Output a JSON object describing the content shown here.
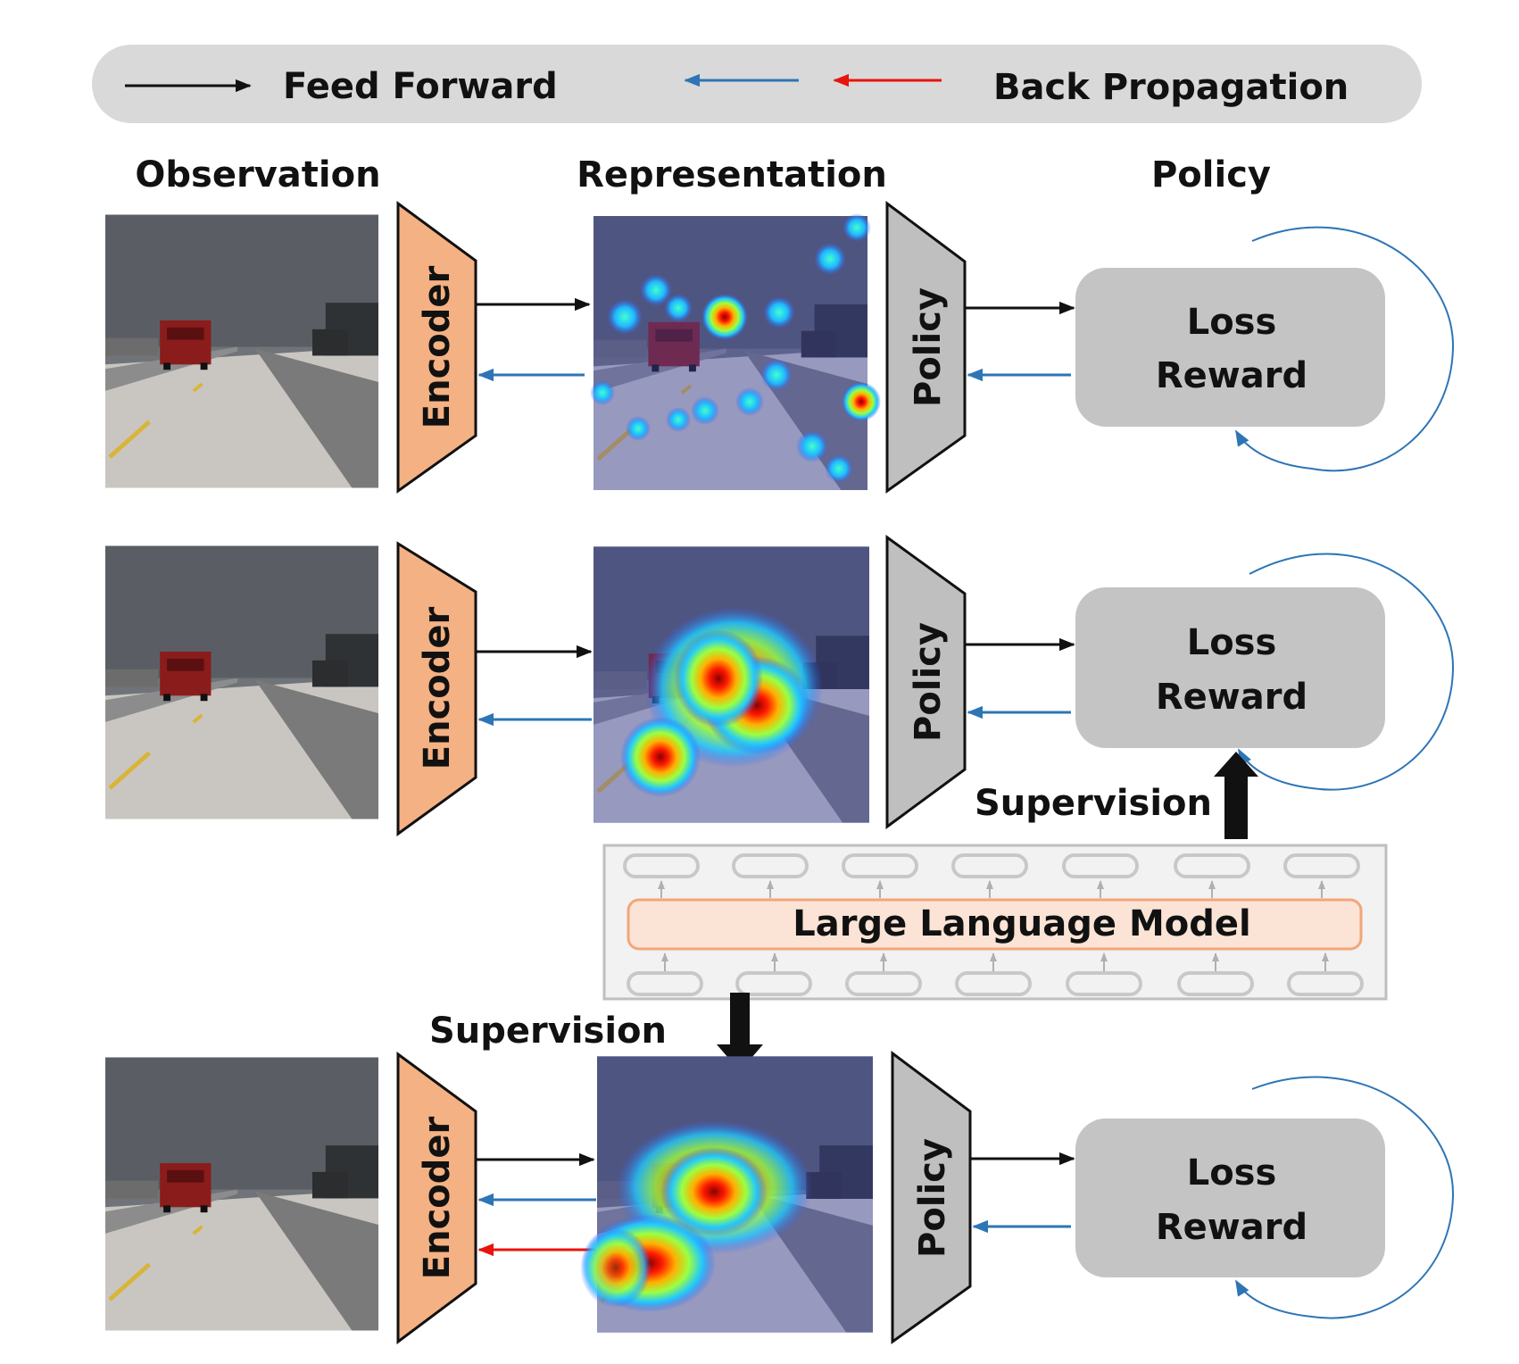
{
  "legend": {
    "feed_forward": "Feed Forward",
    "back_propagation": "Back Propagation"
  },
  "headers": {
    "observation": "Observation",
    "representation": "Representation",
    "policy": "Policy"
  },
  "modules": {
    "encoder": "Encoder",
    "policy": "Policy",
    "loss": "Loss",
    "reward": "Reward"
  },
  "llm": {
    "label": "Large Language Model"
  },
  "supervision": {
    "label": "Supervision"
  },
  "colors": {
    "feed_forward_arrow": "#111111",
    "backprop_blue": "#2e75b6",
    "backprop_red": "#e8140e",
    "encoder_fill": "#f4b183",
    "policy_fill": "#bfbfbf",
    "loss_box_fill": "#c4c4c4",
    "legend_fill": "#d9d9d9",
    "llm_box_fill": "#fbe3d6",
    "llm_box_stroke": "#f2a67a"
  }
}
